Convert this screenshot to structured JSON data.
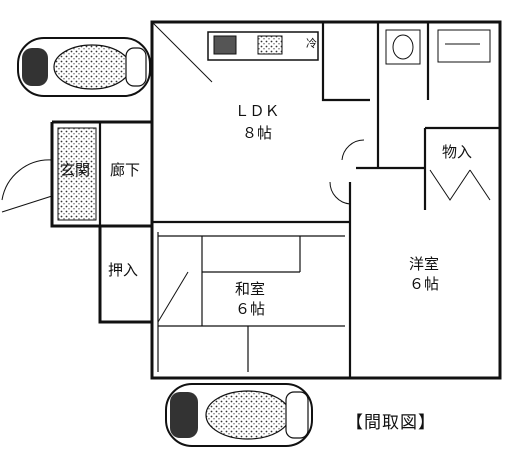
{
  "title": "【間取図】",
  "rooms": {
    "ldk": {
      "name": "ＬＤＫ",
      "size": "８帖"
    },
    "genkan": {
      "name": "玄関"
    },
    "rouka": {
      "name": "廊下"
    },
    "oshiire": {
      "name": "押入"
    },
    "washitsu": {
      "name": "和室",
      "size": "６帖"
    },
    "youshitsu": {
      "name": "洋室",
      "size": "６帖"
    },
    "monoire": {
      "name": "物入"
    }
  },
  "fixtures": {
    "stove_mark": "冷"
  },
  "colors": {
    "line": "#111111",
    "background": "#ffffff"
  }
}
